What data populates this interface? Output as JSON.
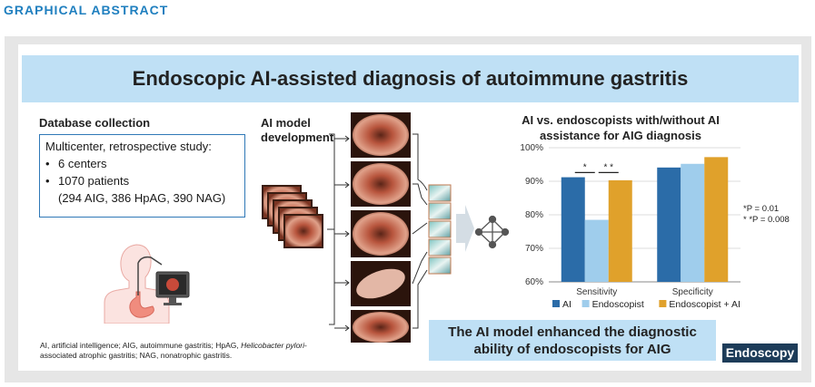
{
  "header": "GRAPHICAL ABSTRACT",
  "title": "Endoscopic AI-assisted diagnosis of autoimmune gastritis",
  "database": {
    "heading": "Database collection",
    "lines": [
      "Multicenter, retrospective study:",
      "6 centers",
      "1070 patients",
      "(294 AIG, 386 HpAG, 390 NAG)"
    ]
  },
  "model": {
    "heading_line1": "AI model",
    "heading_line2": "development"
  },
  "chart_heading": {
    "line1": "AI vs. endoscopists with/without AI",
    "line2": "assistance for AIG diagnosis"
  },
  "chart_data": {
    "type": "bar",
    "categories": [
      "Sensitivity",
      "Specificity"
    ],
    "series": [
      {
        "name": "AI",
        "values": [
          91.2,
          94.1
        ],
        "color": "#2b6ca8"
      },
      {
        "name": "Endoscopist",
        "values": [
          78.5,
          95.2
        ],
        "color": "#9fcdec"
      },
      {
        "name": "Endoscopist + AI",
        "values": [
          90.3,
          97.2
        ],
        "color": "#e0a12b"
      }
    ],
    "ylim": [
      60,
      100
    ],
    "yticks": [
      "60%",
      "70%",
      "80%",
      "90%",
      "100%"
    ],
    "significance": [
      "*",
      "* *"
    ],
    "legend": "bottom"
  },
  "pvalues": [
    "*P = 0.01",
    "* *P = 0.008"
  ],
  "conclusion": {
    "line1": "The AI model enhanced the diagnostic",
    "line2": "ability of endoscopists for AIG"
  },
  "footnote_a": "AI, artificial intelligence; AIG, autoimmune gastritis; HpAG, ",
  "footnote_i": "Helicobacter pylori",
  "footnote_b": "-associated atrophic gastritis; NAG, nonatrophic gastritis.",
  "brand": "Endoscopy"
}
